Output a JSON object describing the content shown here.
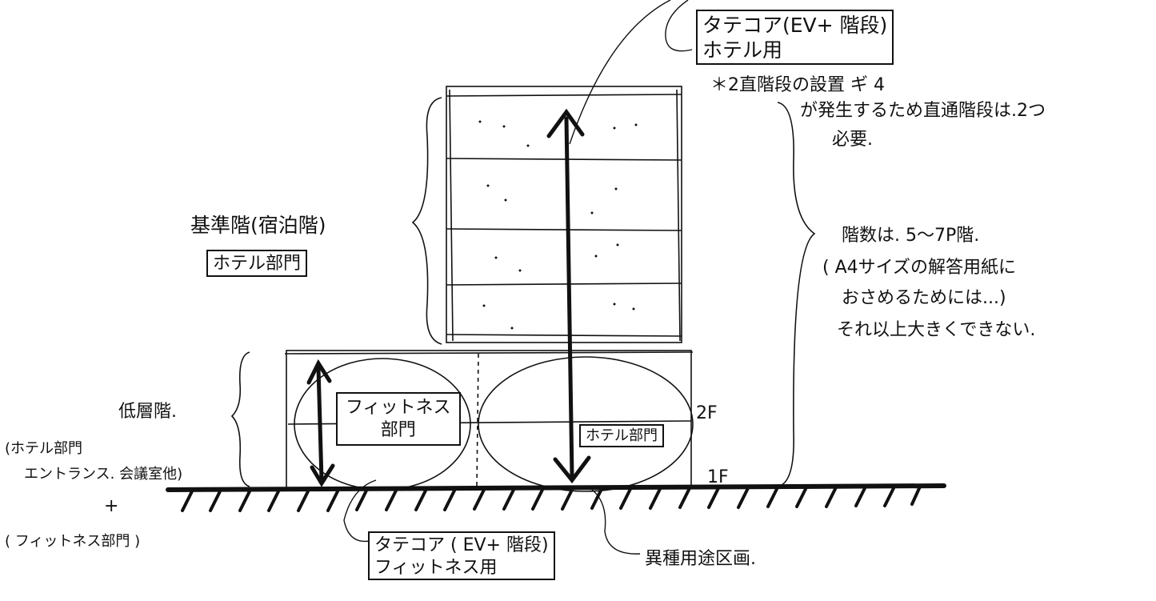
{
  "labels": {
    "core_hotel_line1": "タテコア(EV+ 階段)",
    "core_hotel_line2": "ホテル用",
    "note_line1": "＊2直階段の設置 ギ 4",
    "note_line2": "が発生するため直通階段は.2つ",
    "note_line3": "必要.",
    "standard_floor": "基準階(宿泊階)",
    "hotel_division_box": "ホテル部門",
    "floors_line1": "階数は. 5〜7P階.",
    "floors_line2": "( A4サイズの解答用紙に",
    "floors_line3": "おさめるためには...)",
    "floors_line4": "それ以上大きくできない.",
    "low_floor": "低層階.",
    "low_detail_line1": "(ホテル部門",
    "low_detail_line2": "エントランス. 会議室他)",
    "plus": "+",
    "fitness_paren": "( フィットネス部門 )",
    "fitness_box_line1": "フィットネス",
    "fitness_box_line2": "部門",
    "hotel_lower_box": "ホテル部門",
    "floor_2f": "2F",
    "floor_1f": "1F",
    "core_fitness_line1": "タテコア ( EV+ 階段)",
    "core_fitness_line2": "フィットネス用",
    "different_use": "異種用途区画."
  }
}
